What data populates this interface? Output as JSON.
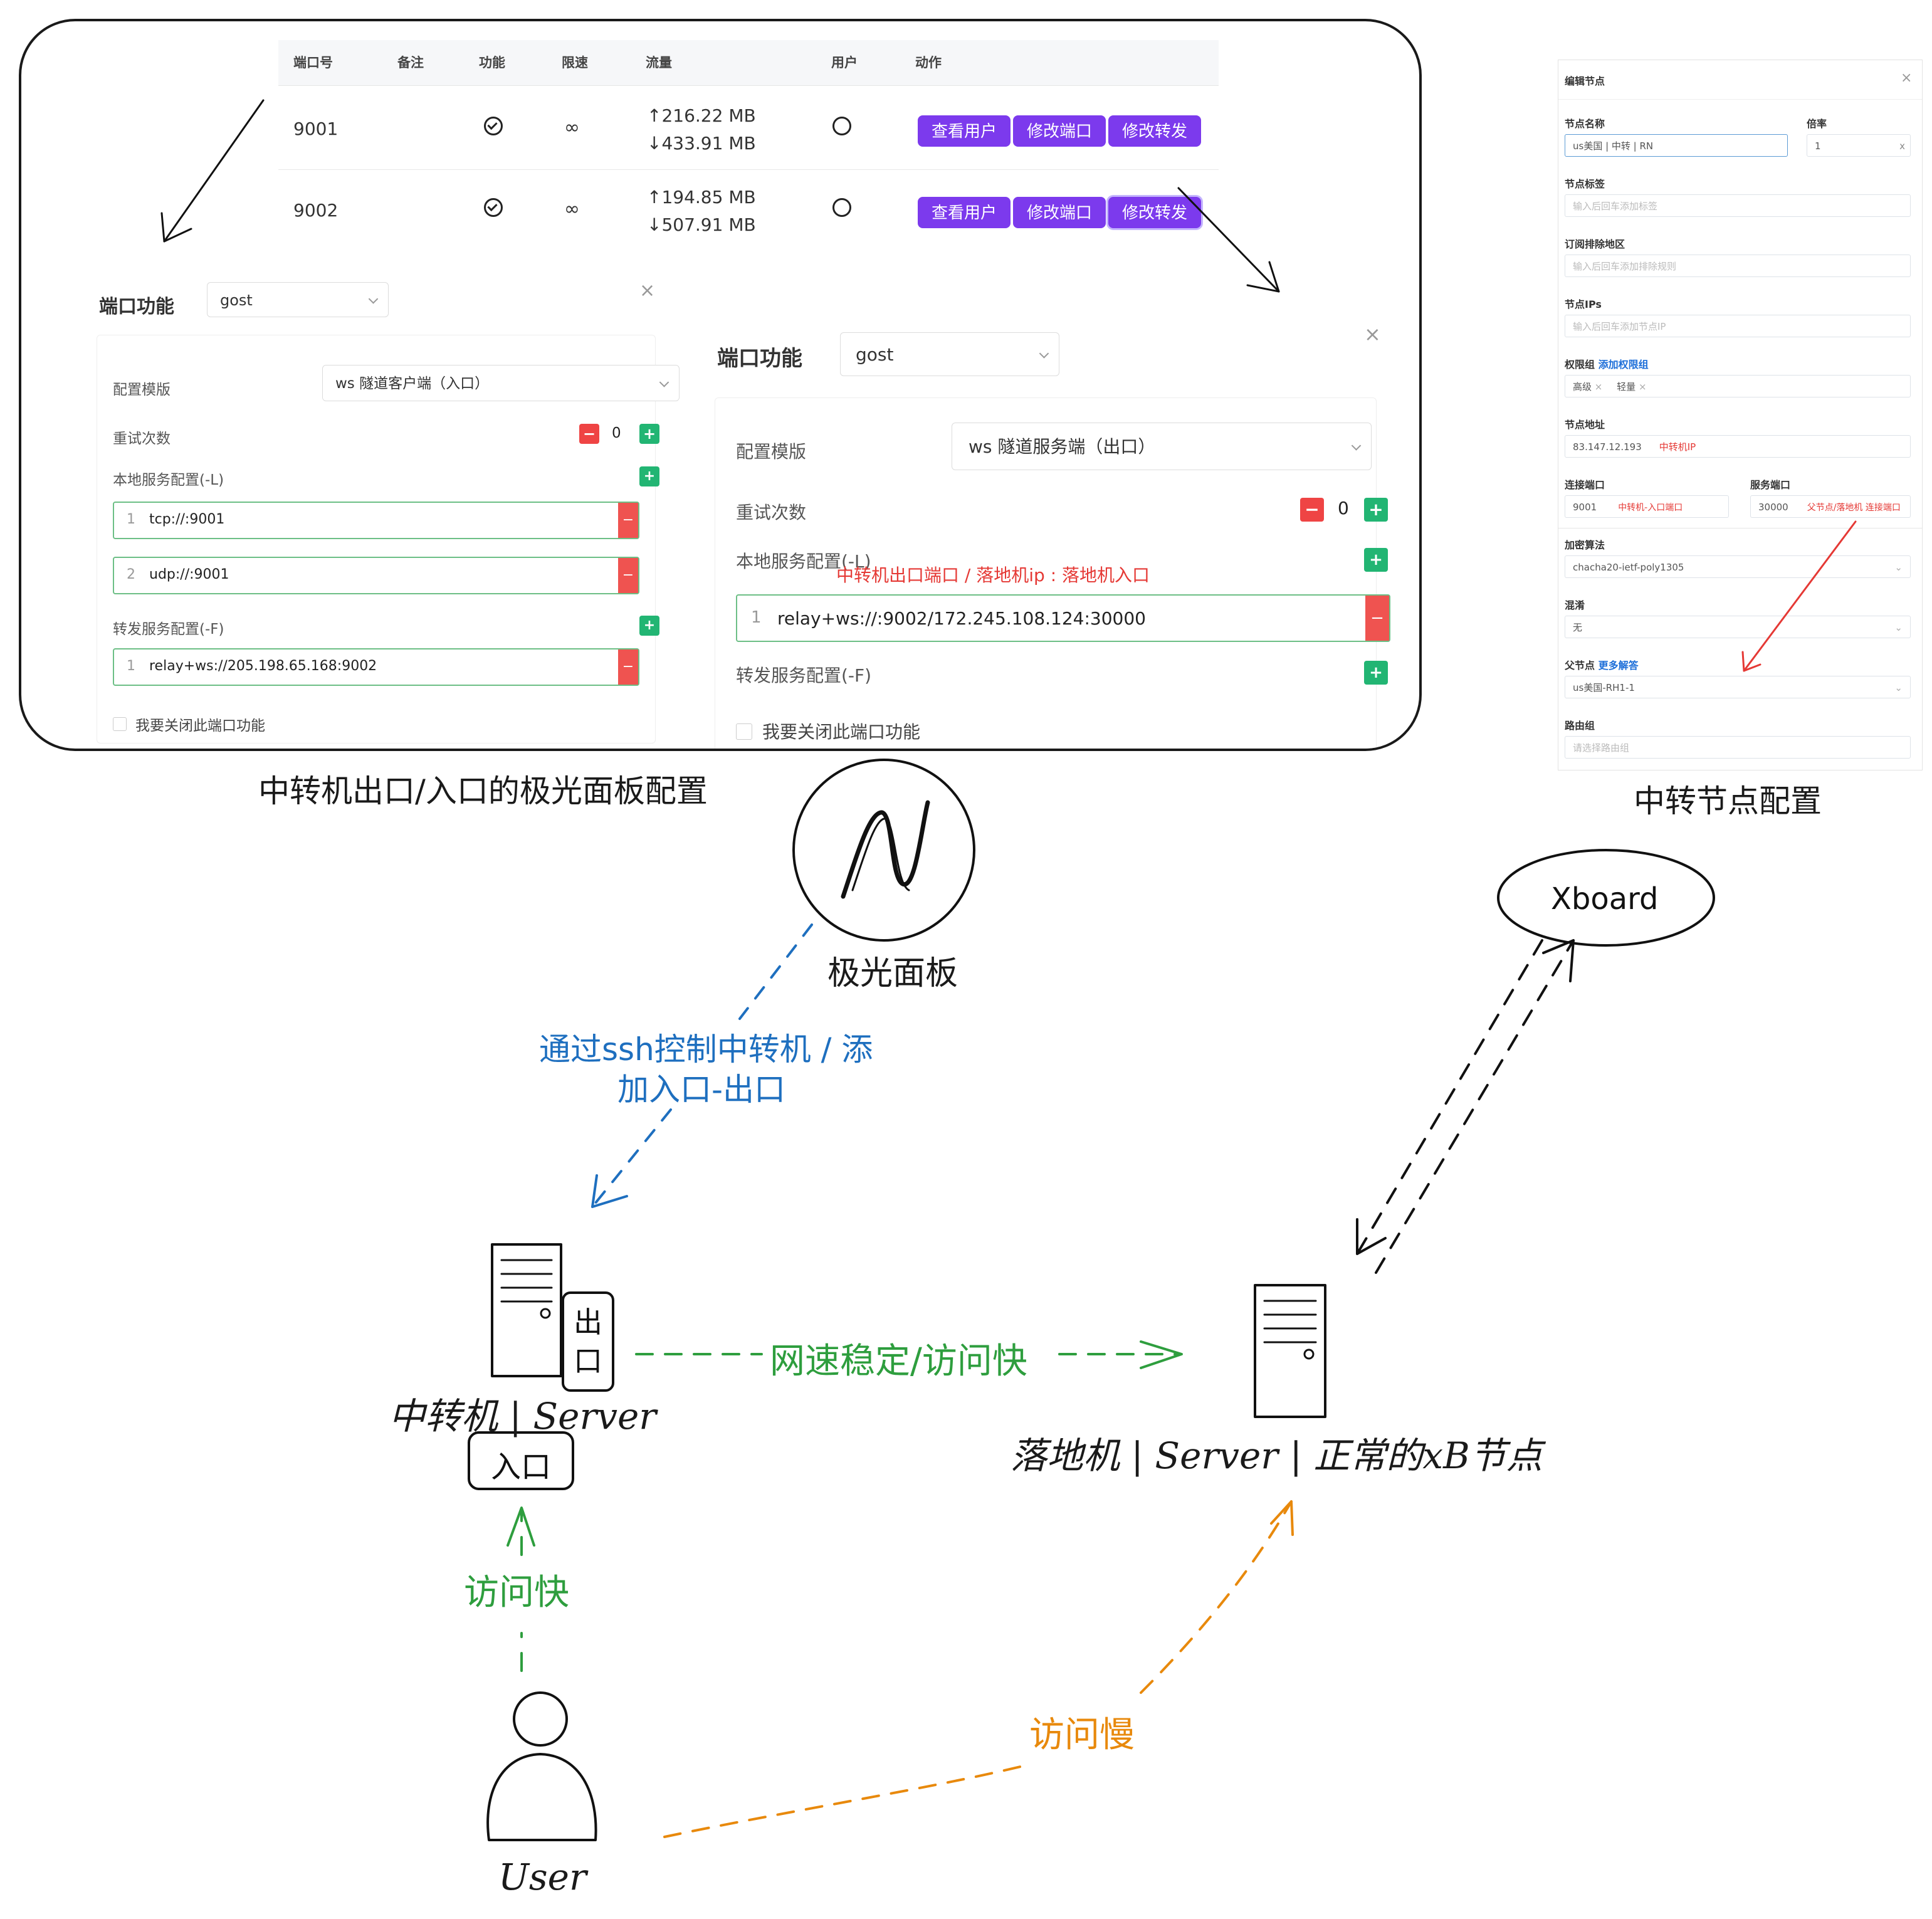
{
  "table": {
    "headers": [
      "端口号",
      "备注",
      "功能",
      "限速",
      "流量",
      "用户",
      "动作"
    ],
    "rows": [
      {
        "port": "9001",
        "up": "↑216.22 MB",
        "down": "↓433.91 MB",
        "limit": "∞",
        "actions": [
          "查看用户",
          "修改端口",
          "修改转发"
        ]
      },
      {
        "port": "9002",
        "up": "↑194.85 MB",
        "down": "↓507.91 MB",
        "limit": "∞",
        "actions": [
          "查看用户",
          "修改端口",
          "修改转发"
        ]
      }
    ]
  },
  "left_panel": {
    "title": "端口功能",
    "func": "gost",
    "template_label": "配置模版",
    "template": "ws 隧道客户端（入口）",
    "retry_label": "重试次数",
    "retry": "0",
    "local_label": "本地服务配置(-L)",
    "local": [
      {
        "n": "1",
        "v": "tcp://:9001"
      },
      {
        "n": "2",
        "v": "udp://:9001"
      }
    ],
    "forward_label": "转发服务配置(-F)",
    "forward": [
      {
        "n": "1",
        "v": "relay+ws://205.198.65.168:9002"
      }
    ],
    "disable_label": "我要关闭此端口功能"
  },
  "right_panel": {
    "title": "端口功能",
    "func": "gost",
    "template_label": "配置模版",
    "template": "ws 隧道服务端（出口）",
    "retry_label": "重试次数",
    "retry": "0",
    "local_label": "本地服务配置(-L)",
    "note": "中转机出口端口 / 落地机ip : 落地机入口",
    "local": [
      {
        "n": "1",
        "v": "relay+ws://:9002/172.245.108.124:30000"
      }
    ],
    "forward_label": "转发服务配置(-F)",
    "disable_label": "我要关闭此端口功能"
  },
  "node": {
    "title": "编辑节点",
    "name_label": "节点名称",
    "name": "us美国 | 中转 | RN",
    "rate_label": "倍率",
    "rate": "1",
    "tag_label": "节点标签",
    "tag_ph": "输入后回车添加标签",
    "excl_label": "订阅排除地区",
    "excl_ph": "输入后回车添加排除规则",
    "ips_label": "节点IPs",
    "ips_ph": "输入后回车添加节点IP",
    "perm_label": "权限组",
    "perm_link": "添加权限组",
    "perm_tags": [
      "高级",
      "轻量"
    ],
    "addr_label": "节点地址",
    "addr": "83.147.12.193",
    "addr_note": "中转机IP",
    "conn_label": "连接端口",
    "conn": "9001",
    "conn_note": "中转机-入口端口",
    "svc_label": "服务端口",
    "svc": "30000",
    "svc_note": "父节点/落地机 连接端口",
    "cipher_label": "加密算法",
    "cipher": "chacha20-ietf-poly1305",
    "obfs_label": "混淆",
    "obfs": "无",
    "parent_label": "父节点",
    "parent_link": "更多解答",
    "parent": "us美国-RH1-1",
    "route_label": "路由组",
    "route_ph": "请选择路由组"
  },
  "captions": {
    "panel_caption": "中转机出口/入口的极光面板配置",
    "node_caption": "中转节点配置",
    "aurora": "极光面板",
    "ssh_line1": "通过ssh控制中转机 / 添",
    "ssh_line2": "加入口-出口",
    "xboard": "Xboard",
    "relay": "中转机 | Server",
    "exit": "出口",
    "entry": "入口",
    "fast_line": "网速稳定/访问快",
    "landing": "落地机 | Server | 正常的xB节点",
    "fast": "访问快",
    "slow": "访问慢",
    "user": "User"
  },
  "colors": {
    "purple": "#7c3aed",
    "green": "#2e9e3e",
    "blue": "#1e6fbf",
    "orange": "#e8890c",
    "red": "#e53935"
  }
}
